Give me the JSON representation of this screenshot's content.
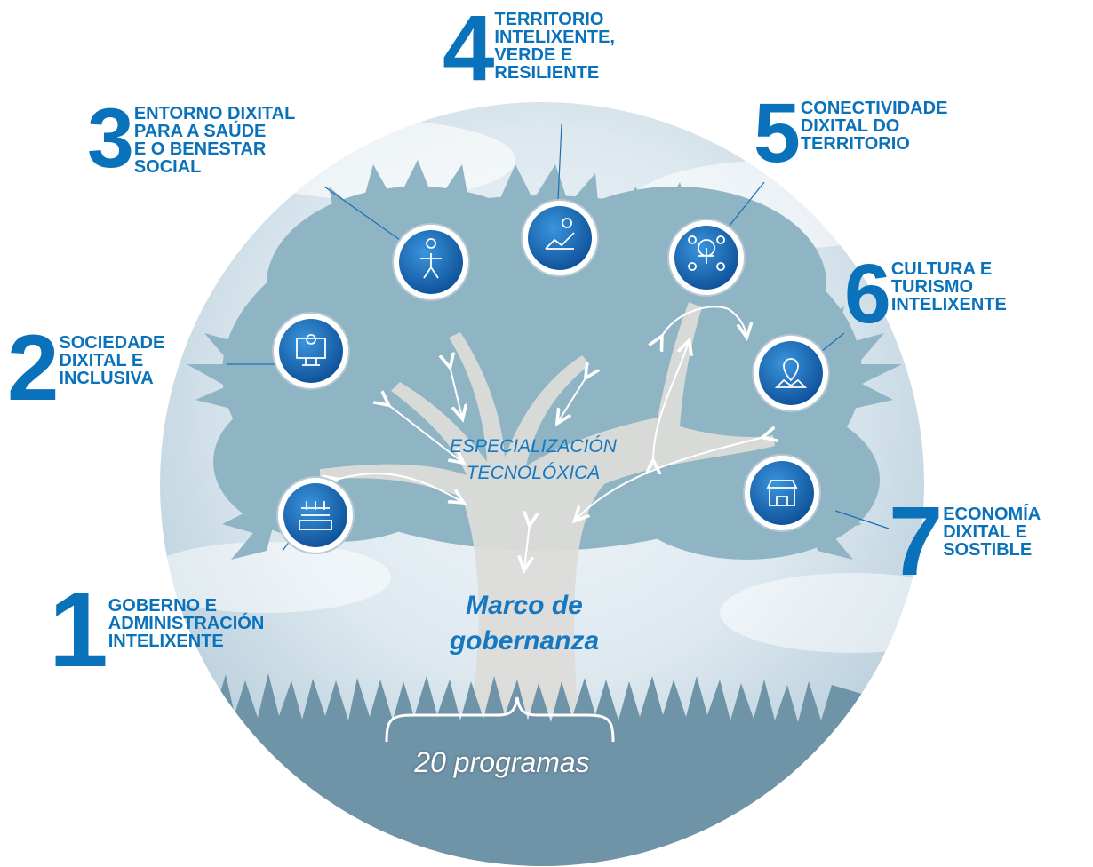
{
  "colors": {
    "accent": "#0a72bb",
    "canopy": "#8fb4c4",
    "trunk": "#dcdcd9",
    "ground": "#6f93a7",
    "icon_fill": "#1468b3",
    "icon_ring": "#ffffff"
  },
  "pillars": [
    {
      "number": "1",
      "label": "GOBERNO E\nADMINISTRACIÓN\nINTELIXENTE",
      "icon": "circuit-icon"
    },
    {
      "number": "2",
      "label": "SOCIEDADE\nDIXITAL E\nINCLUSIVA",
      "icon": "digital-screen-icon"
    },
    {
      "number": "3",
      "label": "ENTORNO DIXITAL\nPARA A SAÚDE\nE O BENESTAR\nSOCIAL",
      "icon": "health-person-icon"
    },
    {
      "number": "4",
      "label": "TERRITORIO\nINTELIXENTE,\nVERDE E\nRESILIENTE",
      "icon": "landscape-icon"
    },
    {
      "number": "5",
      "label": "CONECTIVIDADE\nDIXITAL DO\nTERRITORIO",
      "icon": "network-globe-icon"
    },
    {
      "number": "6",
      "label": "CULTURA E\nTURISMO\nINTELIXENTE",
      "icon": "map-pin-icon"
    },
    {
      "number": "7",
      "label": "ECONOMÍA\nDIXITAL E\nSOSTIBLE",
      "icon": "storefront-icon"
    }
  ],
  "center": {
    "specialization": "ESPECIALIZACIÓN\nTECNOLÓXICA",
    "governance": "Marco de\ngobernanza",
    "programs": "20 programas"
  }
}
